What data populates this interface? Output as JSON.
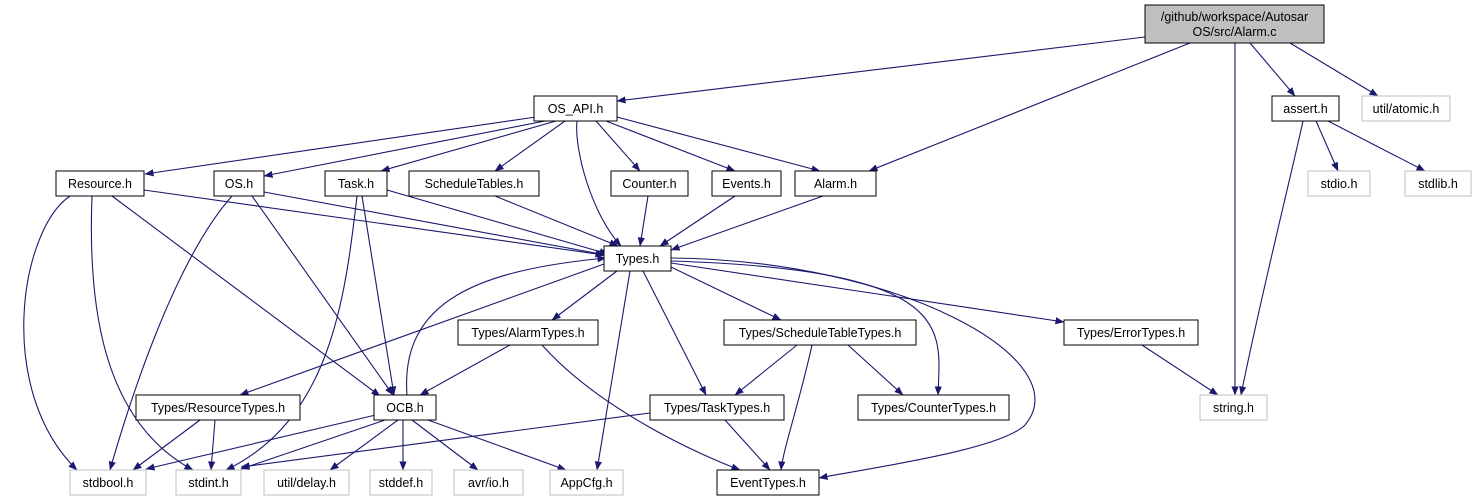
{
  "graph": {
    "title": "/github/workspace/Autosar OS/src/Alarm.c",
    "colors": {
      "edge": "#191970",
      "root_fill": "#bfbfbf",
      "local_border": "#000000",
      "external_border": "#bfbfbf"
    },
    "nodes": [
      {
        "id": "alarm_c",
        "lines": [
          "/github/workspace/Autosar",
          "OS/src/Alarm.c"
        ],
        "kind": "root"
      },
      {
        "id": "os_api",
        "lines": [
          "OS_API.h"
        ],
        "kind": "local"
      },
      {
        "id": "assert",
        "lines": [
          "assert.h"
        ],
        "kind": "local"
      },
      {
        "id": "util_atomic",
        "lines": [
          "util/atomic.h"
        ],
        "kind": "external"
      },
      {
        "id": "resource",
        "lines": [
          "Resource.h"
        ],
        "kind": "local"
      },
      {
        "id": "os",
        "lines": [
          "OS.h"
        ],
        "kind": "local"
      },
      {
        "id": "task",
        "lines": [
          "Task.h"
        ],
        "kind": "local"
      },
      {
        "id": "scheduletables",
        "lines": [
          "ScheduleTables.h"
        ],
        "kind": "local"
      },
      {
        "id": "counter",
        "lines": [
          "Counter.h"
        ],
        "kind": "local"
      },
      {
        "id": "events",
        "lines": [
          "Events.h"
        ],
        "kind": "local"
      },
      {
        "id": "alarm_h",
        "lines": [
          "Alarm.h"
        ],
        "kind": "local"
      },
      {
        "id": "stdio",
        "lines": [
          "stdio.h"
        ],
        "kind": "external"
      },
      {
        "id": "stdlib",
        "lines": [
          "stdlib.h"
        ],
        "kind": "external"
      },
      {
        "id": "types",
        "lines": [
          "Types.h"
        ],
        "kind": "local"
      },
      {
        "id": "alarmtypes",
        "lines": [
          "Types/AlarmTypes.h"
        ],
        "kind": "local"
      },
      {
        "id": "scheduletabletypes",
        "lines": [
          "Types/ScheduleTableTypes.h"
        ],
        "kind": "local"
      },
      {
        "id": "errortypes",
        "lines": [
          "Types/ErrorTypes.h"
        ],
        "kind": "local"
      },
      {
        "id": "resourcetypes",
        "lines": [
          "Types/ResourceTypes.h"
        ],
        "kind": "local"
      },
      {
        "id": "ocb",
        "lines": [
          "OCB.h"
        ],
        "kind": "local"
      },
      {
        "id": "tasktypes",
        "lines": [
          "Types/TaskTypes.h"
        ],
        "kind": "local"
      },
      {
        "id": "countertypes",
        "lines": [
          "Types/CounterTypes.h"
        ],
        "kind": "local"
      },
      {
        "id": "string",
        "lines": [
          "string.h"
        ],
        "kind": "external"
      },
      {
        "id": "stdbool",
        "lines": [
          "stdbool.h"
        ],
        "kind": "external"
      },
      {
        "id": "stdint",
        "lines": [
          "stdint.h"
        ],
        "kind": "external"
      },
      {
        "id": "util_delay",
        "lines": [
          "util/delay.h"
        ],
        "kind": "external"
      },
      {
        "id": "stddef",
        "lines": [
          "stddef.h"
        ],
        "kind": "external"
      },
      {
        "id": "avr_io",
        "lines": [
          "avr/io.h"
        ],
        "kind": "external"
      },
      {
        "id": "appcfg",
        "lines": [
          "AppCfg.h"
        ],
        "kind": "external"
      },
      {
        "id": "eventtypes",
        "lines": [
          "EventTypes.h"
        ],
        "kind": "local"
      }
    ],
    "edges": [
      [
        "alarm_c",
        "os_api"
      ],
      [
        "alarm_c",
        "alarm_h"
      ],
      [
        "alarm_c",
        "assert"
      ],
      [
        "alarm_c",
        "util_atomic"
      ],
      [
        "alarm_c",
        "string"
      ],
      [
        "os_api",
        "resource"
      ],
      [
        "os_api",
        "os"
      ],
      [
        "os_api",
        "task"
      ],
      [
        "os_api",
        "scheduletables"
      ],
      [
        "os_api",
        "counter"
      ],
      [
        "os_api",
        "events"
      ],
      [
        "os_api",
        "alarm_h"
      ],
      [
        "os_api",
        "types"
      ],
      [
        "assert",
        "stdio"
      ],
      [
        "assert",
        "stdlib"
      ],
      [
        "assert",
        "string"
      ],
      [
        "resource",
        "types"
      ],
      [
        "resource",
        "stdbool"
      ],
      [
        "resource",
        "stdint"
      ],
      [
        "resource",
        "ocb"
      ],
      [
        "os",
        "types"
      ],
      [
        "os",
        "stdbool"
      ],
      [
        "os",
        "ocb"
      ],
      [
        "task",
        "types"
      ],
      [
        "task",
        "ocb"
      ],
      [
        "task",
        "stdint"
      ],
      [
        "scheduletables",
        "types"
      ],
      [
        "counter",
        "types"
      ],
      [
        "events",
        "types"
      ],
      [
        "alarm_h",
        "types"
      ],
      [
        "types",
        "alarmtypes"
      ],
      [
        "types",
        "scheduletabletypes"
      ],
      [
        "types",
        "errortypes"
      ],
      [
        "types",
        "resourcetypes"
      ],
      [
        "types",
        "tasktypes"
      ],
      [
        "types",
        "countertypes"
      ],
      [
        "types",
        "eventtypes"
      ],
      [
        "types",
        "appcfg"
      ],
      [
        "alarmtypes",
        "ocb"
      ],
      [
        "alarmtypes",
        "eventtypes"
      ],
      [
        "scheduletabletypes",
        "tasktypes"
      ],
      [
        "scheduletabletypes",
        "countertypes"
      ],
      [
        "scheduletabletypes",
        "eventtypes"
      ],
      [
        "errortypes",
        "string"
      ],
      [
        "resourcetypes",
        "stdbool"
      ],
      [
        "resourcetypes",
        "stdint"
      ],
      [
        "ocb",
        "types"
      ],
      [
        "ocb",
        "stdbool"
      ],
      [
        "ocb",
        "stdint"
      ],
      [
        "ocb",
        "util_delay"
      ],
      [
        "ocb",
        "stddef"
      ],
      [
        "ocb",
        "avr_io"
      ],
      [
        "ocb",
        "appcfg"
      ],
      [
        "tasktypes",
        "stdint"
      ],
      [
        "tasktypes",
        "eventtypes"
      ]
    ]
  }
}
